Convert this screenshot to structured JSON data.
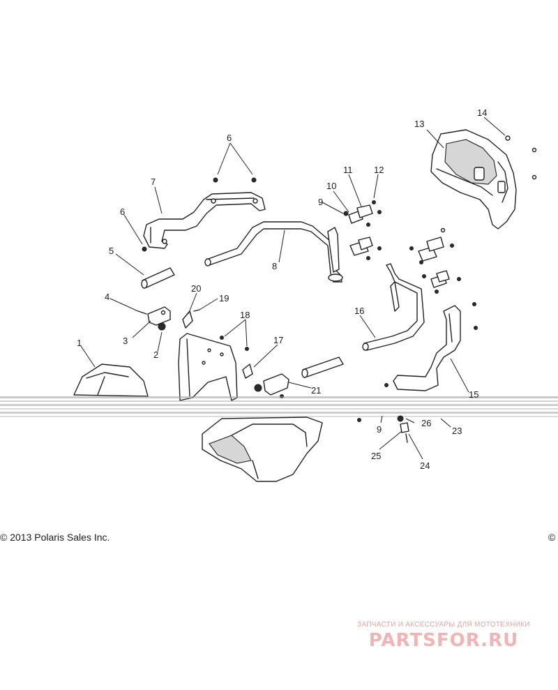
{
  "diagram": {
    "callouts": {
      "c1": "1",
      "c2": "2",
      "c3": "3",
      "c4": "4",
      "c5": "5",
      "c6a": "6",
      "c6b": "6",
      "c7": "7",
      "c8": "8",
      "c9a": "9",
      "c9b": "9",
      "c10": "10",
      "c11": "11",
      "c12": "12",
      "c13": "13",
      "c14": "14",
      "c15": "15",
      "c16": "16",
      "c17": "17",
      "c18": "18",
      "c19": "19",
      "c20": "20",
      "c21": "21",
      "c23": "23",
      "c24": "24",
      "c25": "25",
      "c26": "26"
    }
  },
  "footer": {
    "copyright_left": "© 2013 Polaris Sales Inc.",
    "copyright_right": "©"
  },
  "watermark": {
    "tagline": "ЗАПЧАСТИ И АКСЕССУАРЫ ДЛЯ МОТОТЕХНИКИ",
    "brand": "PARTSFOR.RU",
    "color": "#f0b4b4"
  }
}
